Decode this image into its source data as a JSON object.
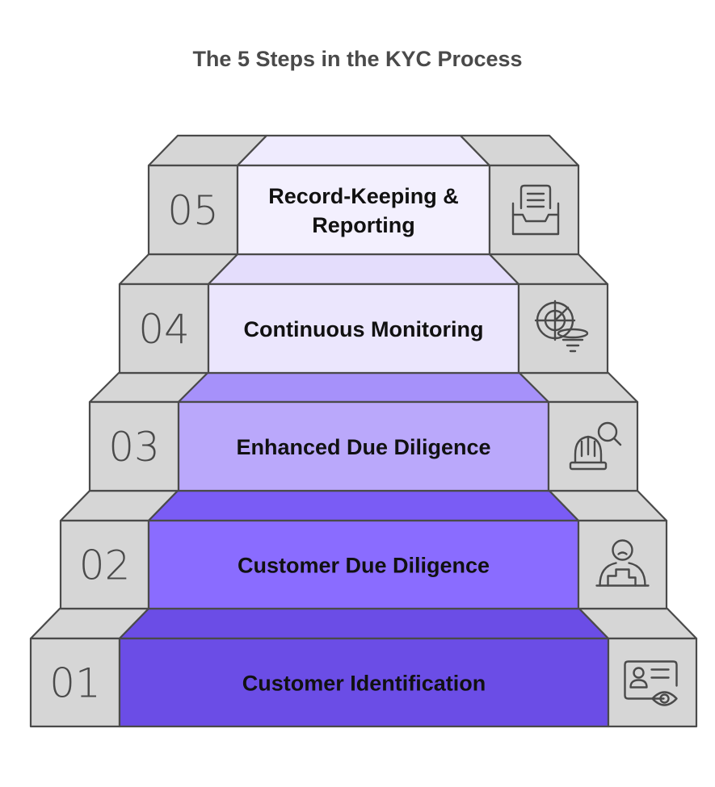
{
  "title": "The 5 Steps in the KYC Process",
  "steps": [
    {
      "number": "01",
      "label": "Customer Identification",
      "icon": "id-card-eye-icon",
      "color": "#6b4de6",
      "top_color": "#6b4de6"
    },
    {
      "number": "02",
      "label": "Customer Due Diligence",
      "icon": "person-podium-icon",
      "color": "#8a6cff",
      "top_color": "#7a5cf5"
    },
    {
      "number": "03",
      "label": "Enhanced Due Diligence",
      "icon": "helmet-magnifier-icon",
      "color": "#baa8fb",
      "top_color": "#a691fa"
    },
    {
      "number": "04",
      "label": "Continuous Monitoring",
      "icon": "radar-funnel-icon",
      "color": "#ebe6fd",
      "top_color": "#e4ddfc"
    },
    {
      "number": "05",
      "label": [
        "Record-Keeping &",
        "Reporting"
      ],
      "icon": "document-tray-icon",
      "color": "#f3f0fe",
      "top_color": "#efebfe"
    }
  ],
  "colors": {
    "side": "#d6d6d6",
    "stroke": "#4a4a4a",
    "title": "#4a4a4a"
  }
}
